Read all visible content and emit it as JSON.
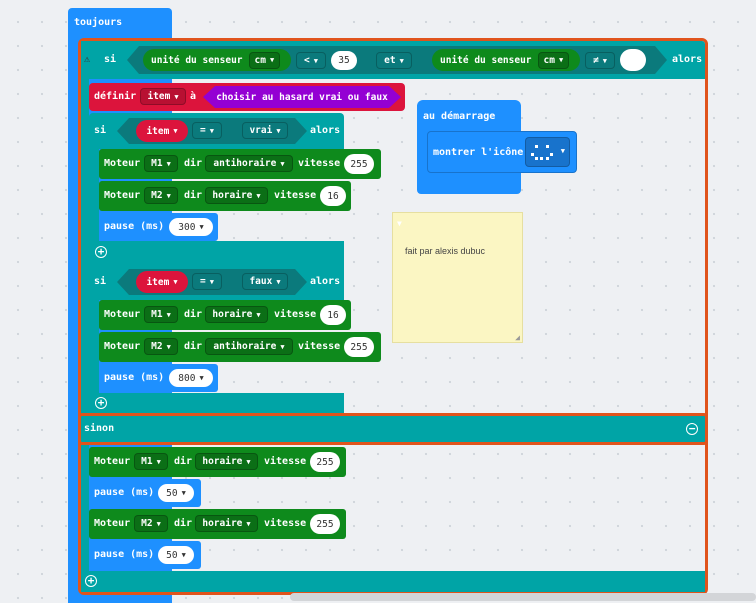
{
  "forever": {
    "label": "toujours"
  },
  "if1": {
    "si": "si",
    "left": {
      "label": "unité du senseur",
      "unit": "cm"
    },
    "op1": "<",
    "value1": "35",
    "and": "et",
    "right": {
      "label": "unité du senseur",
      "unit": "cm"
    },
    "op2": "≠",
    "alors": "alors",
    "warning": "⚠"
  },
  "set_item": {
    "label": "définir",
    "var": "item",
    "to": "à",
    "value": "choisir au hasard vrai ou faux"
  },
  "if2": {
    "si": "si",
    "var": "item",
    "op": "=",
    "value": "vrai",
    "alors": "alors"
  },
  "motor_a1": {
    "label": "Moteur",
    "motor": "M1",
    "dir_label": "dir",
    "dir": "antihoraire",
    "speed_label": "vitesse",
    "speed": "255"
  },
  "motor_a2": {
    "label": "Moteur",
    "motor": "M2",
    "dir_label": "dir",
    "dir": "horaire",
    "speed_label": "vitesse",
    "speed": "16"
  },
  "pause_a": {
    "label": "pause (ms)",
    "value": "300"
  },
  "if3": {
    "si": "si",
    "var": "item",
    "op": "=",
    "value": "faux",
    "alors": "alors"
  },
  "motor_b1": {
    "label": "Moteur",
    "motor": "M1",
    "dir_label": "dir",
    "dir": "horaire",
    "speed_label": "vitesse",
    "speed": "16"
  },
  "motor_b2": {
    "label": "Moteur",
    "motor": "M2",
    "dir_label": "dir",
    "dir": "antihoraire",
    "speed_label": "vitesse",
    "speed": "255"
  },
  "pause_b": {
    "label": "pause (ms)",
    "value": "800"
  },
  "else": {
    "label": "sinon"
  },
  "motor_c1": {
    "label": "Moteur",
    "motor": "M1",
    "dir_label": "dir",
    "dir": "horaire",
    "speed_label": "vitesse",
    "speed": "255"
  },
  "pause_c1": {
    "label": "pause (ms)",
    "value": "50"
  },
  "motor_c2": {
    "label": "Moteur",
    "motor": "M2",
    "dir_label": "dir",
    "dir": "horaire",
    "speed_label": "vitesse",
    "speed": "255"
  },
  "pause_c2": {
    "label": "pause (ms)",
    "value": "50"
  },
  "on_start": {
    "label": "au démarrage",
    "show_icon": "montrer l'icône"
  },
  "comment": {
    "text": "fait par alexis dubuc"
  },
  "colors": {
    "loops": "#1e90ff",
    "logic": "#00a4a6",
    "motors": "#0e8a1c",
    "variables": "#dc143c",
    "math": "#9400d3",
    "highlight": "#e0541c",
    "note": "#fbf6c3"
  },
  "icons": {
    "plus": "plus-circle-icon",
    "minus": "minus-circle-icon",
    "warning": "warning-icon",
    "dropdown": "caret-down-icon"
  }
}
